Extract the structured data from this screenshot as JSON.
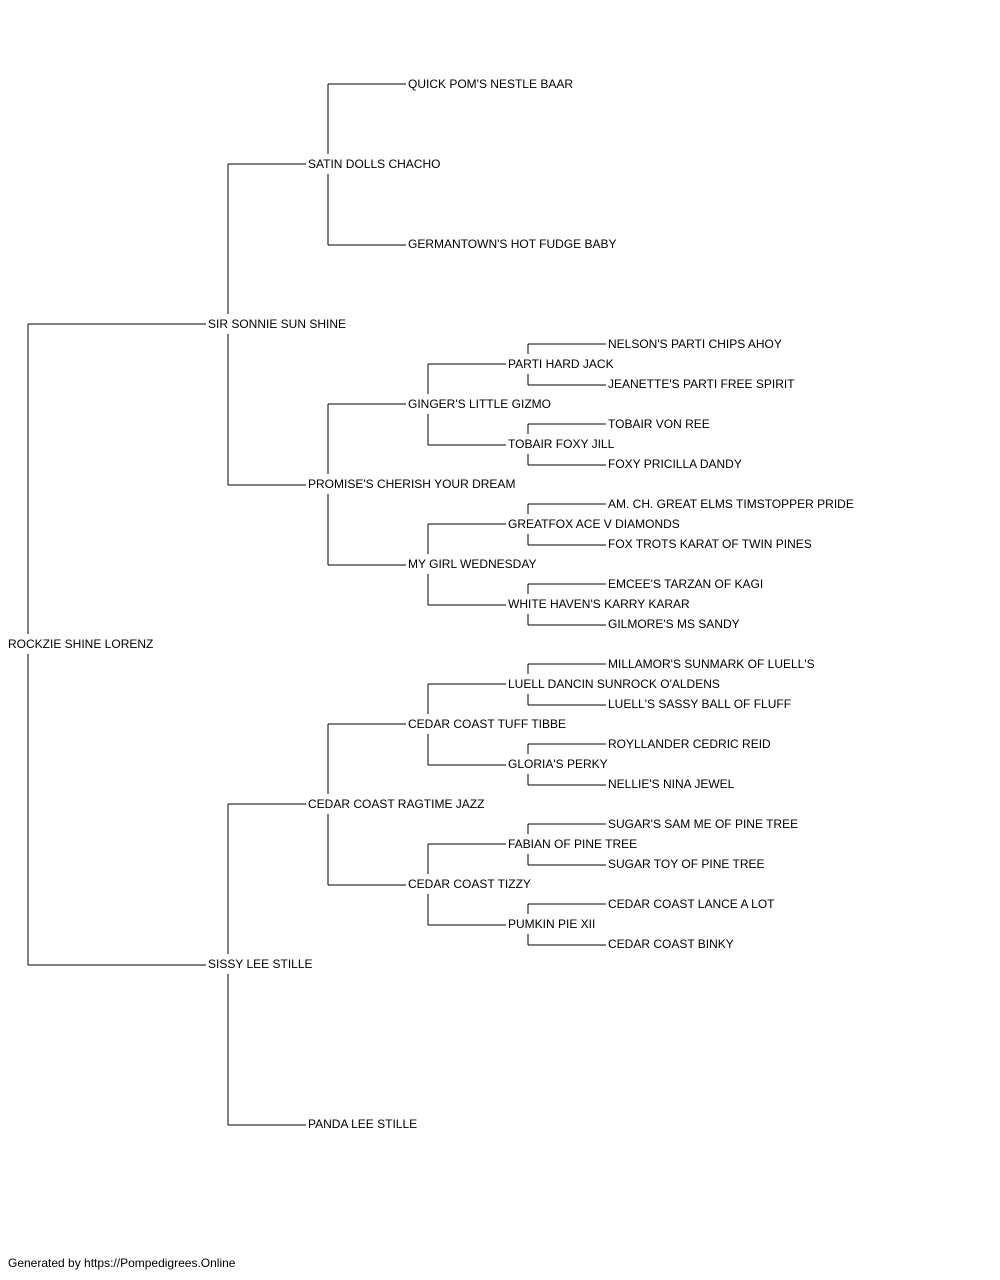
{
  "pedigree": {
    "name": "ROCKZIE SHINE LORENZ",
    "sire": {
      "name": "SIR SONNIE SUN SHINE",
      "sire": {
        "name": "SATIN DOLLS CHACHO",
        "sire": {
          "name": "QUICK POM'S NESTLE BAAR"
        },
        "dam": {
          "name": "GERMANTOWN'S HOT FUDGE BABY"
        }
      },
      "dam": {
        "name": "PROMISE'S CHERISH YOUR DREAM",
        "sire": {
          "name": "GINGER'S LITTLE GIZMO",
          "sire": {
            "name": "PARTI HARD JACK",
            "sire": {
              "name": "NELSON'S PARTI CHIPS AHOY"
            },
            "dam": {
              "name": "JEANETTE'S PARTI FREE SPIRIT"
            }
          },
          "dam": {
            "name": "TOBAIR FOXY JILL",
            "sire": {
              "name": "TOBAIR VON REE"
            },
            "dam": {
              "name": "FOXY PRICILLA DANDY"
            }
          }
        },
        "dam": {
          "name": "MY GIRL WEDNESDAY",
          "sire": {
            "name": "GREATFOX ACE V DIAMONDS",
            "sire": {
              "name": "AM. CH. GREAT ELMS TIMSTOPPER PRIDE",
              "highlight": true
            },
            "dam": {
              "name": "FOX TROTS KARAT OF TWIN PINES"
            }
          },
          "dam": {
            "name": "WHITE HAVEN'S KARRY KARAR",
            "sire": {
              "name": "EMCEE'S TARZAN OF KAGI"
            },
            "dam": {
              "name": "GILMORE'S MS SANDY"
            }
          }
        }
      }
    },
    "dam": {
      "name": "SISSY LEE STILLE",
      "sire": {
        "name": "CEDAR COAST RAGTIME JAZZ",
        "sire": {
          "name": "CEDAR COAST TUFF TIBBE",
          "sire": {
            "name": "LUELL DANCIN SUNROCK O'ALDENS",
            "sire": {
              "name": "MILLAMOR'S SUNMARK OF LUELL'S"
            },
            "dam": {
              "name": "LUELL'S SASSY BALL OF FLUFF"
            }
          },
          "dam": {
            "name": "GLORIA'S PERKY",
            "sire": {
              "name": "ROYLLANDER CEDRIC REID"
            },
            "dam": {
              "name": "NELLIE'S NINA JEWEL"
            }
          }
        },
        "dam": {
          "name": "CEDAR COAST TIZZY",
          "sire": {
            "name": "FABIAN OF PINE TREE",
            "sire": {
              "name": "SUGAR'S SAM ME OF PINE TREE"
            },
            "dam": {
              "name": "SUGAR TOY OF PINE TREE"
            }
          },
          "dam": {
            "name": "PUMKIN PIE XII",
            "sire": {
              "name": "CEDAR COAST LANCE A LOT"
            },
            "dam": {
              "name": "CEDAR COAST BINKY"
            }
          }
        }
      },
      "dam": {
        "name": "PANDA LEE STILLE"
      }
    }
  },
  "colors": {
    "line": "#000000",
    "text": "#000000",
    "highlight": "#e00000"
  },
  "footer": {
    "text": "Generated by https://Pompedigrees.Online"
  }
}
